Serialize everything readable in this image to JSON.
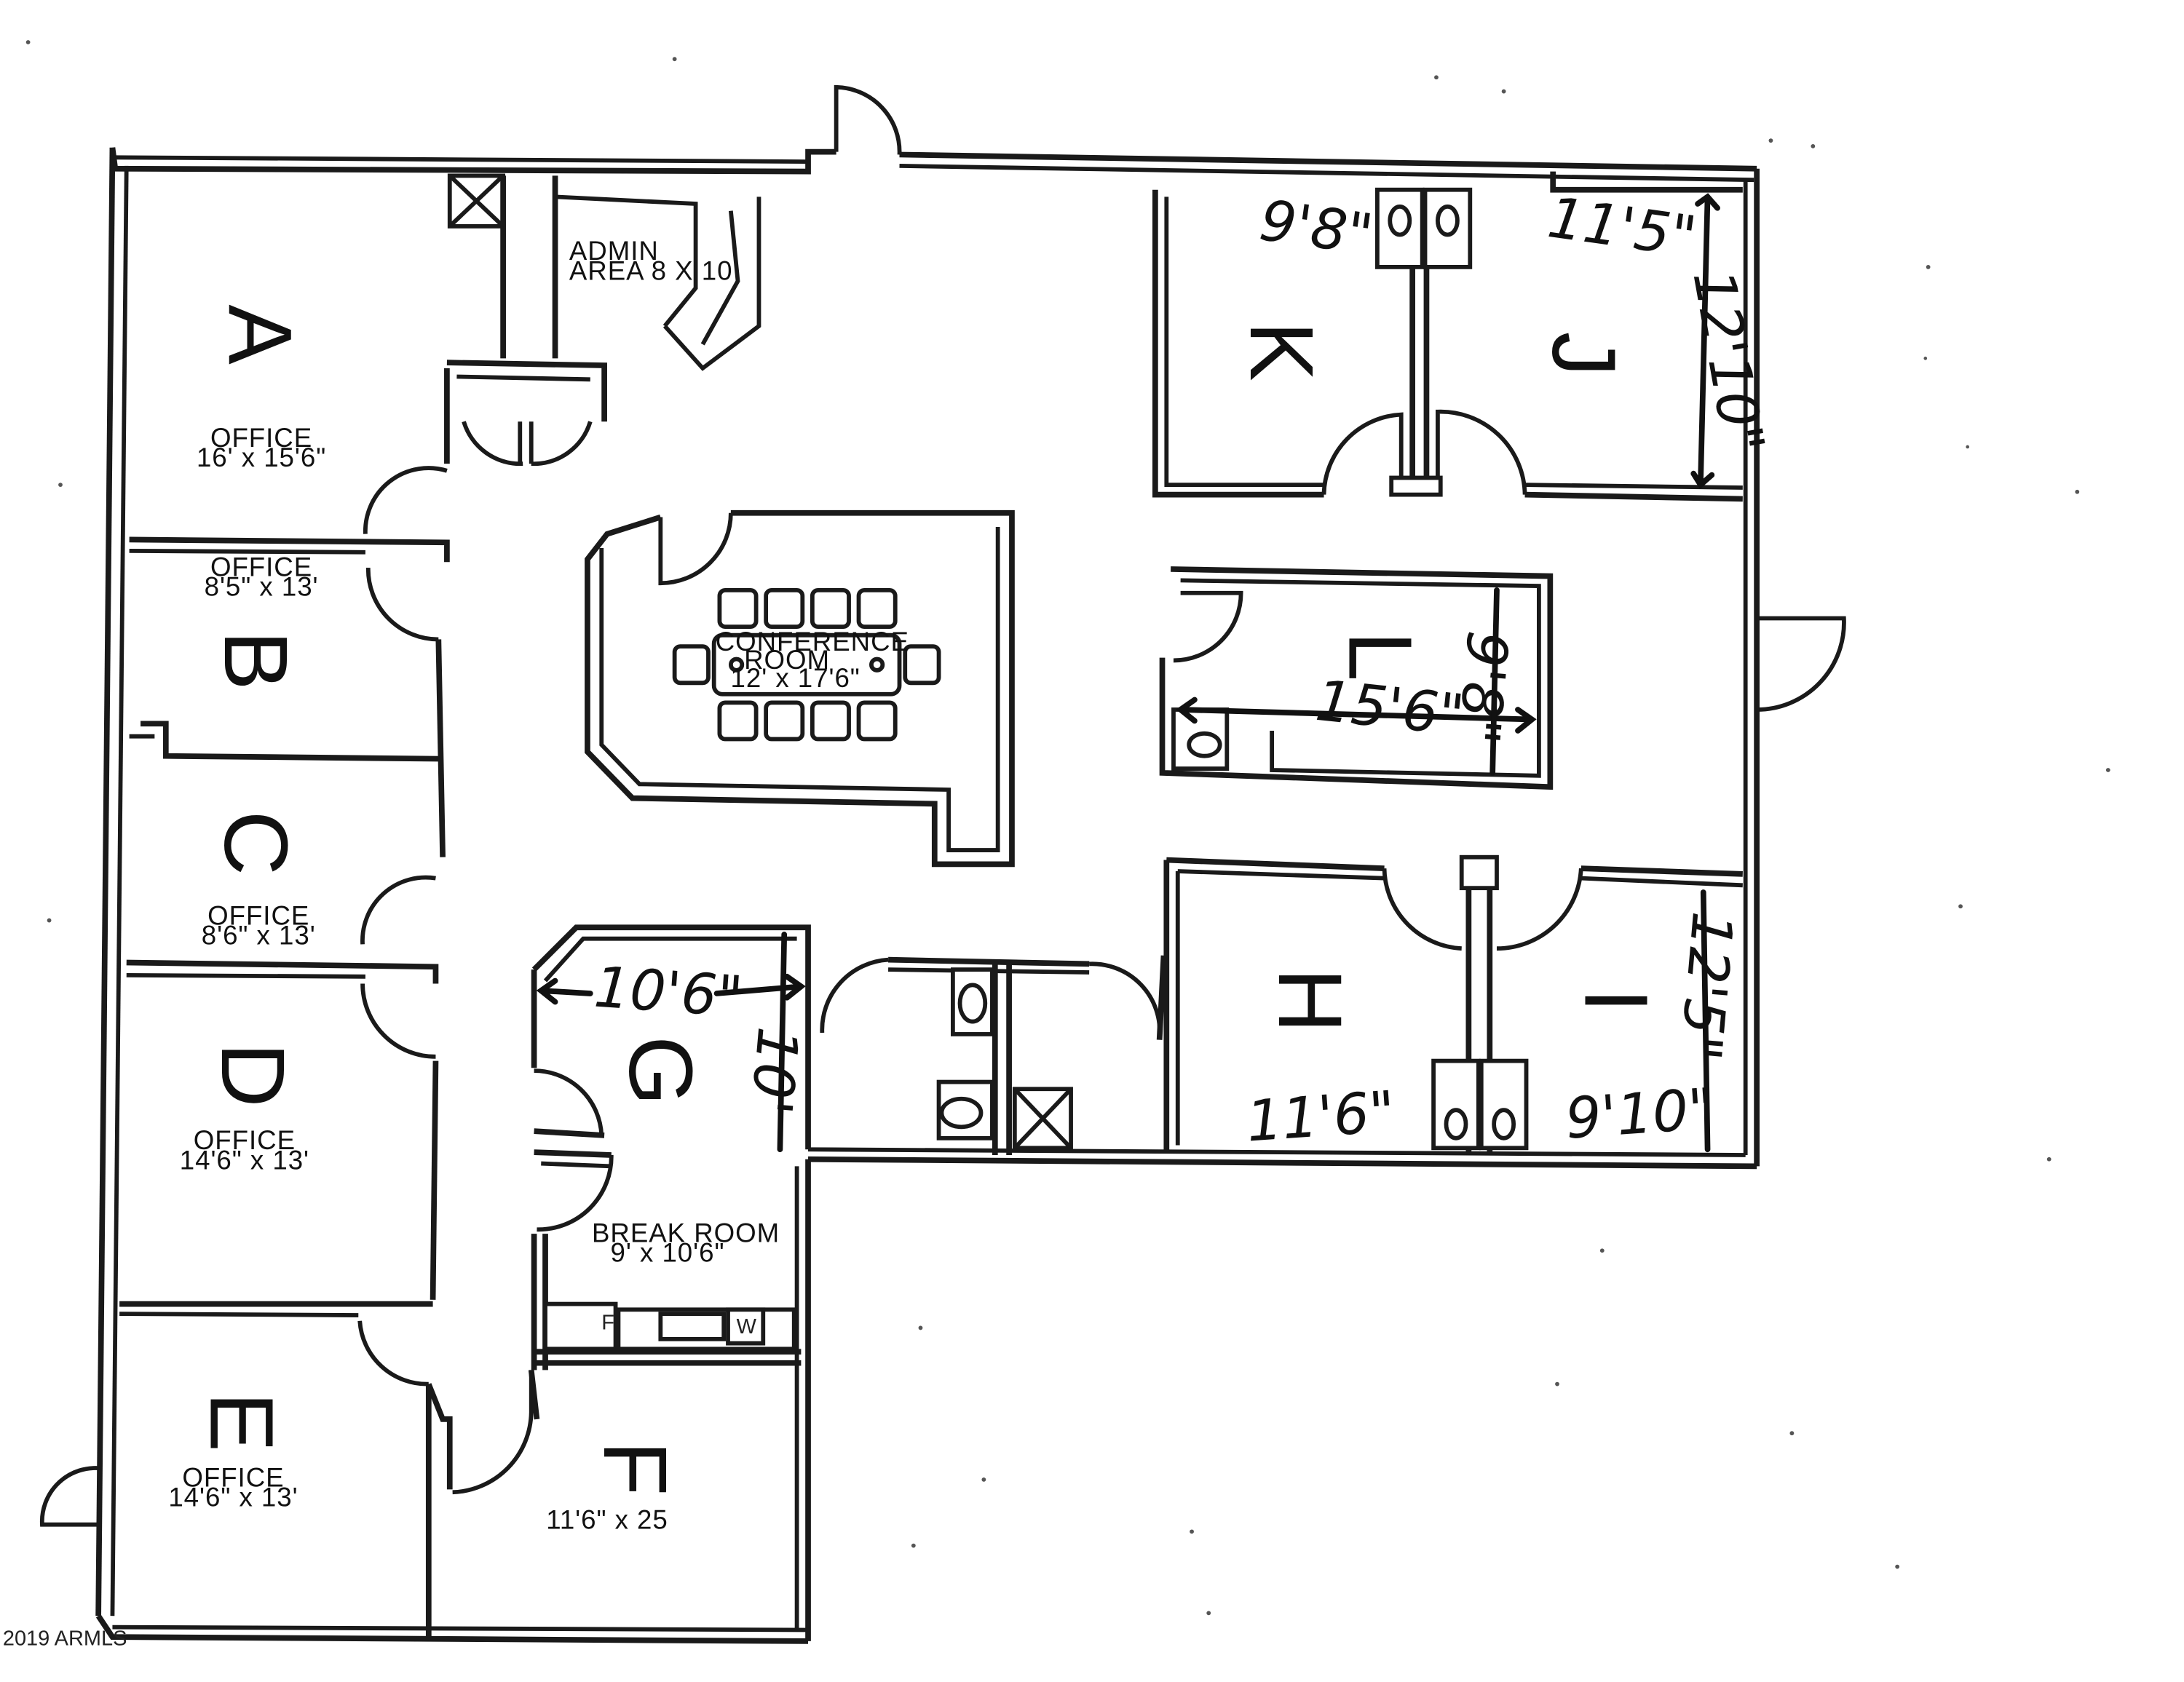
{
  "rooms": {
    "A": {
      "letter": "A",
      "label_1": "OFFICE",
      "label_2": "16' x 15'6\""
    },
    "B": {
      "letter": "B",
      "label_1": "OFFICE",
      "label_2": "8'5\" x 13'"
    },
    "C": {
      "letter": "C",
      "label_1": "OFFICE",
      "label_2": "8'6\" x 13'"
    },
    "D": {
      "letter": "D",
      "label_1": "OFFICE",
      "label_2": "14'6\" x 13'"
    },
    "E": {
      "letter": "E",
      "label_1": "OFFICE",
      "label_2": "14'6\" x 13'"
    },
    "F": {
      "letter": "F",
      "label_2": "11'6\" x 25"
    },
    "G": {
      "letter": "G"
    },
    "H": {
      "letter": "H"
    },
    "I": {
      "letter": "I"
    },
    "J": {
      "letter": "J"
    },
    "K": {
      "letter": "K"
    },
    "L": {
      "letter": "L"
    }
  },
  "admin": {
    "label_1": "ADMIN",
    "label_2": "AREA 8 X 10"
  },
  "conference": {
    "label_1": "CONFERENCE",
    "label_2": "ROOM",
    "label_3": "12' x 17'6\""
  },
  "break_room": {
    "label_1": "BREAK ROOM",
    "label_2": "9' x 10'6\"",
    "fridge": "F",
    "washer": "W"
  },
  "handwritten": {
    "k_width": "9'8\"",
    "j_width": "11'5\"",
    "jk_depth": "12'10\"",
    "l_width": "15'6\"",
    "l_depth": "9'8\"",
    "g_width": "10'6\"",
    "g_depth": "10'",
    "h_width": "11'6\"",
    "i_width": "9'10\"",
    "hi_depth": "12'5\""
  },
  "watermark": "2019 ARMLS"
}
